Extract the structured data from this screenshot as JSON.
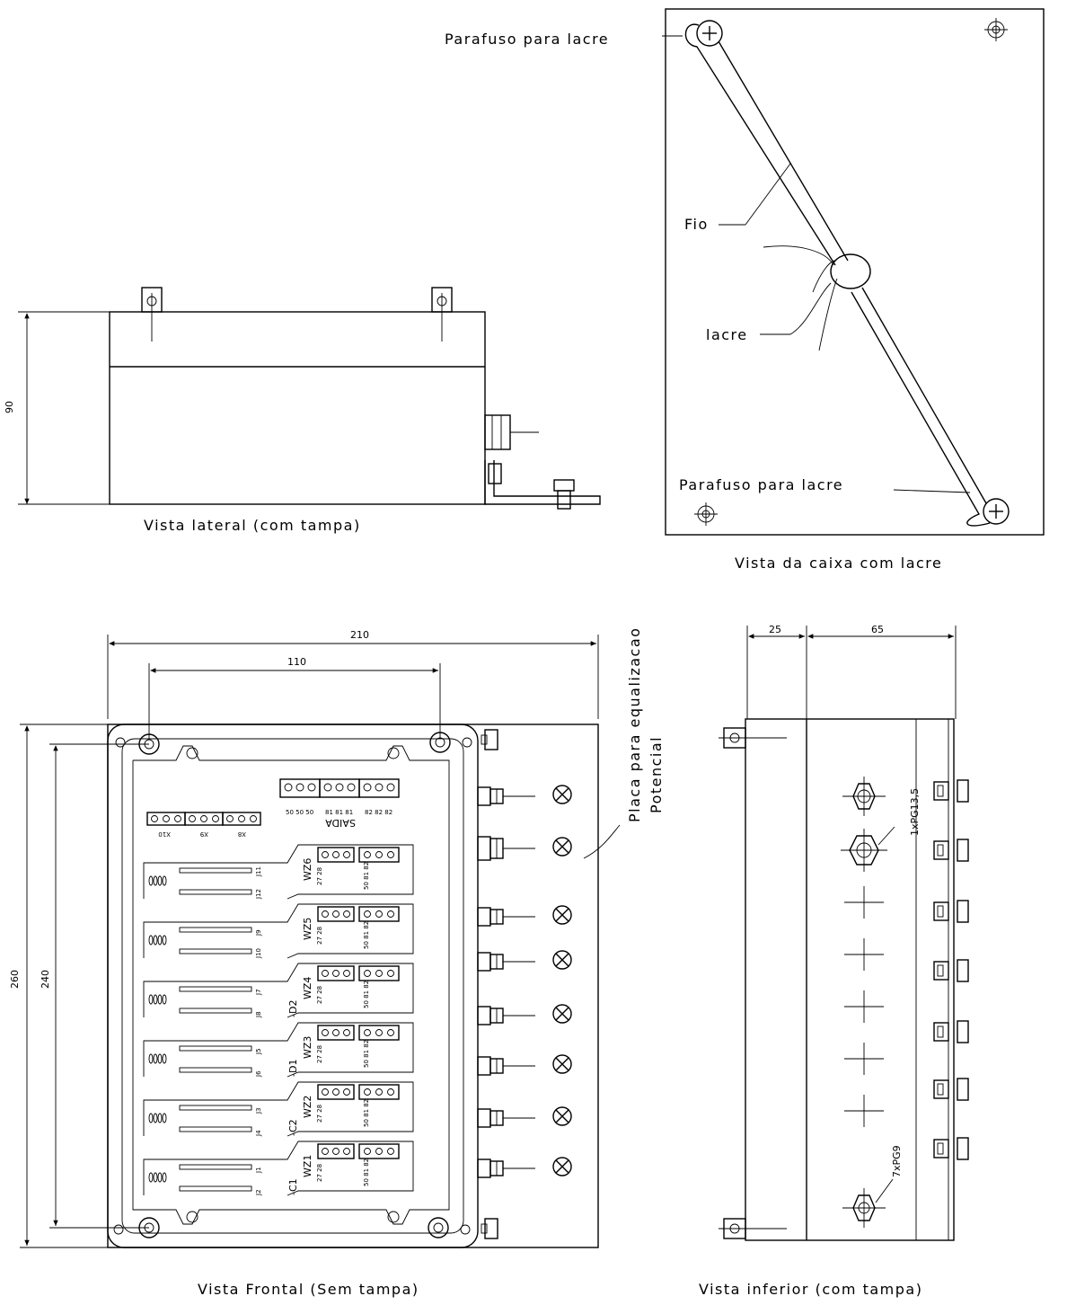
{
  "views": {
    "side": {
      "caption": "Vista lateral (com tampa)",
      "dim_height": "90"
    },
    "seal": {
      "caption": "Vista da caixa com lacre",
      "screw_label_top": "Parafuso para lacre",
      "screw_label_bottom": "Parafuso para lacre",
      "wire_label": "Fio",
      "seal_label": "lacre"
    },
    "front": {
      "caption": "Vista Frontal (Sem tampa)",
      "dim_width_outer": "210",
      "dim_width_inner": "110",
      "dim_height_outer": "260",
      "dim_height_inner": "240",
      "plate_label_line1": "Placa para equalizacao",
      "plate_label_line2": "Potencial",
      "output_label": "SAIDA",
      "top_terminals": [
        "X10",
        "X9",
        "X8"
      ],
      "output_pins": [
        "50 50 50",
        "81 81 81",
        "82 82 82"
      ],
      "modules": [
        {
          "designator": "",
          "wz": "WZ6",
          "j_top": "J11",
          "j_bot": "J12",
          "pins_a": "27 28",
          "pins_b": "50 81 82"
        },
        {
          "designator": "",
          "wz": "WZ5",
          "j_top": "J9",
          "j_bot": "J10",
          "pins_a": "27 28",
          "pins_b": "50 81 82"
        },
        {
          "designator": "-D2",
          "wz": "WZ4",
          "j_top": "J7",
          "j_bot": "J8",
          "pins_a": "27 28",
          "pins_b": "50 81 82"
        },
        {
          "designator": "-D1",
          "wz": "WZ3",
          "j_top": "J5",
          "j_bot": "J6",
          "pins_a": "27 28",
          "pins_b": "50 81 82"
        },
        {
          "designator": "-C2",
          "wz": "WZ2",
          "j_top": "J3",
          "j_bot": "J4",
          "pins_a": "27 28",
          "pins_b": "50 81 82"
        },
        {
          "designator": "-C1",
          "wz": "WZ1",
          "j_top": "J1",
          "j_bot": "J2",
          "pins_a": "27 28",
          "pins_b": "50 81 82"
        }
      ]
    },
    "bottom": {
      "caption": "Vista inferior (com tampa)",
      "dim_left": "25",
      "dim_right": "65",
      "gland_large": "1xPG13,5",
      "gland_small": "7xPG9"
    }
  }
}
